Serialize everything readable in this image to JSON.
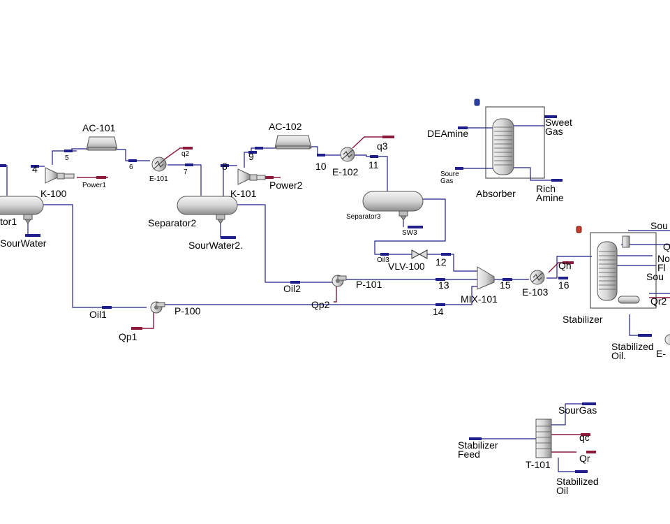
{
  "units": {
    "ac101": "AC-101",
    "ac102": "AC-102",
    "k100": "K-100",
    "k101": "K-101",
    "e101": "E-101",
    "e102": "E-102",
    "e103": "E-103",
    "separator1_partial": "tor1",
    "separator2": "Separator2",
    "separator3": "Separator3",
    "absorber": "Absorber",
    "vlv100": "VLV-100",
    "mix101": "MIX-101",
    "p100": "P-100",
    "p101": "P-101",
    "stabilizer": "Stabilizer",
    "t101": "T-101"
  },
  "streams": {
    "s4": "4",
    "s5": "5",
    "s6": "6",
    "s7": "7",
    "s8": "8",
    "s9": "9",
    "s10": "10",
    "s11": "11",
    "s12": "12",
    "s13": "13",
    "s14": "14",
    "s15": "15",
    "s16": "16",
    "q2": "q2",
    "q3": "q3",
    "qh": "Qh",
    "qp1": "Qp1",
    "qp2": "Qp2",
    "power1": "Power1",
    "power2": "Power2",
    "sourwater": "SourWater",
    "sourwater2": "SourWater2.",
    "sw3": "SW3",
    "oil1": "Oil1",
    "oil2": "Oil2",
    "oil3": "Oil3",
    "deamine": "DEAmine",
    "sweet_gas_1": "Sweet",
    "sweet_gas_2": "Gas",
    "soure_gas_1": "Soure",
    "soure_gas_2": "Gas",
    "rich_amine_1": "Rich",
    "rich_amine_2": "Amine",
    "sou_top": "Sou",
    "q_partial": "Q",
    "no_partial": "No",
    "fl_partial": "Fl",
    "sou_mid": "Sou",
    "qr2_partial": "Qr2",
    "stabilized_oil_1": "Stabilized",
    "stabilized_oil_2": "Oil.",
    "e_partial": "E-",
    "stabilizer_feed_1": "Stabilizer",
    "stabilizer_feed_2": "Feed",
    "sourgas": "SourGas",
    "qc": "qc",
    "qr": "Qr",
    "stab_oil_b1": "Stabilized",
    "stab_oil_b2": "Oil"
  },
  "colors": {
    "material_stream": "#1f1f8c",
    "energy_stream": "#8b1a3a",
    "equipment_fill": "#d9d9d9"
  }
}
